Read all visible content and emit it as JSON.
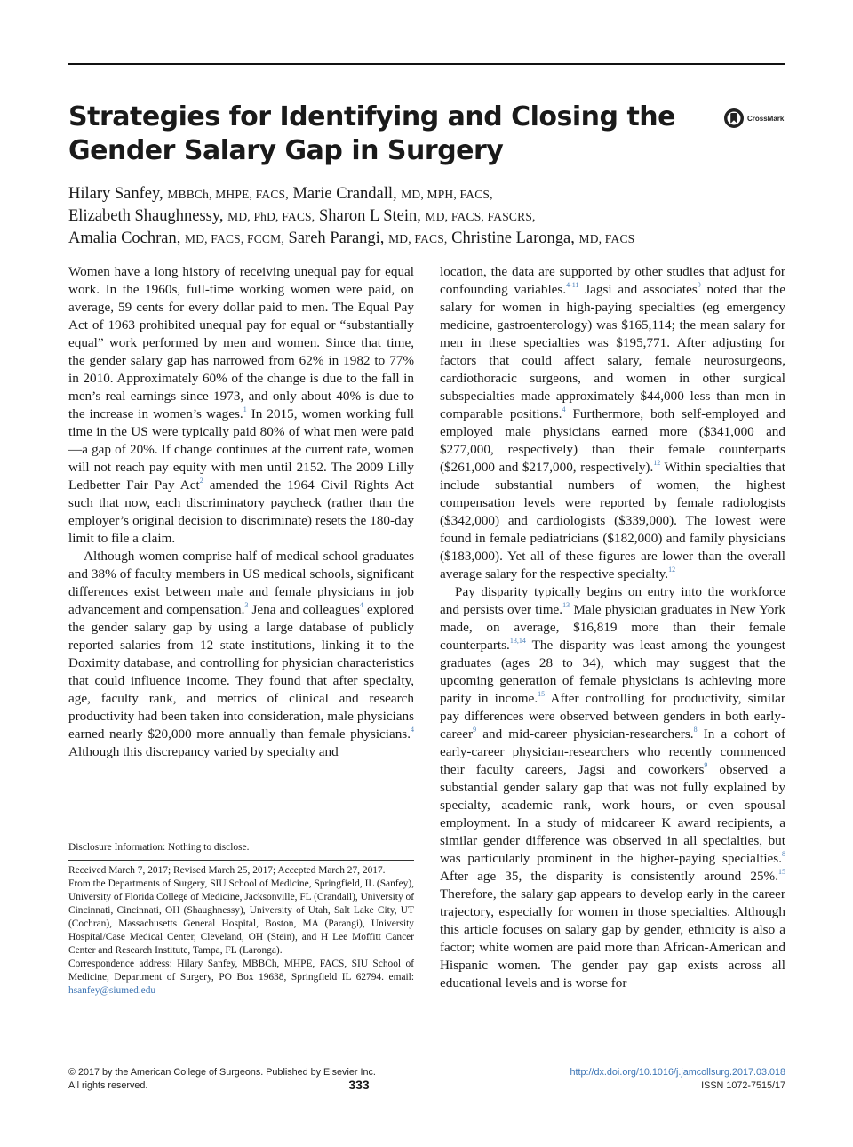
{
  "article": {
    "title": "Strategies for Identifying and Closing the Gender Salary Gap in Surgery",
    "crossmark_label": "CrossMark",
    "authors": [
      {
        "name": "Hilary Sanfey,",
        "degrees": "MBBCh, MHPE, FACS,"
      },
      {
        "name": "Marie Crandall,",
        "degrees": "MD, MPH, FACS,"
      },
      {
        "name": "Elizabeth Shaughnessy,",
        "degrees": "MD, PhD, FACS,"
      },
      {
        "name": "Sharon L Stein,",
        "degrees": "MD, FACS, FASCRS,"
      },
      {
        "name": "Amalia Cochran,",
        "degrees": "MD, FACS, FCCM,"
      },
      {
        "name": "Sareh Parangi,",
        "degrees": "MD, FACS,"
      },
      {
        "name": "Christine Laronga,",
        "degrees": "MD, FACS"
      }
    ]
  },
  "body": {
    "left_paragraphs": [
      [
        {
          "t": "Women have a long history of receiving unequal pay for equal work. In the 1960s, full-time working women were paid, on average, 59 cents for every dollar paid to men. The Equal Pay Act of 1963 prohibited unequal pay for equal or “substantially equal” work performed by men and women. Since that time, the gender salary gap has narrowed from 62% in 1982 to 77% in 2010. Approxi­mately 60% of the change is due to the fall in men’s real earnings since 1973, and only about 40% is due to the increase in women’s wages."
        },
        {
          "r": "1"
        },
        {
          "t": " In 2015, women working full time in the US were typically paid 80% of what men were paid—a gap of 20%. If change continues at the cur­rent rate, women will not reach pay equity with men until 2152. The 2009 Lilly Ledbetter Fair Pay Act"
        },
        {
          "r": "2"
        },
        {
          "t": " amended the 1964 Civil Rights Act such that now, each discrimina­tory paycheck (rather than the employer’s original deci­sion to discriminate) resets the 180-day limit to file a claim."
        }
      ],
      [
        {
          "t": "Although women comprise half of medical school grad­uates and 38% of faculty members in US medical schools, significant differences exist between male and female phy­sicians in job advancement and compensation."
        },
        {
          "r": "3"
        },
        {
          "t": " Jena and colleagues"
        },
        {
          "r": "4"
        },
        {
          "t": " explored the gender salary gap by using a large database of publicly reported salaries from 12 state insti­tutions, linking it to the Doximity database, and control­ling for physician characteristics that could influence income. They found that after specialty, age, faculty rank, and metrics of clinical and research productivity had been taken into consideration, male physicians earned nearly $20,000 more annually than female physicians."
        },
        {
          "r": "4"
        },
        {
          "t": " Although this discrepancy varied by specialty and"
        }
      ]
    ],
    "right_paragraphs": [
      [
        {
          "t": "location, the data are supported by other studies that adjust for confounding variables."
        },
        {
          "r": "4-11"
        },
        {
          "t": " Jagsi and associates"
        },
        {
          "r": "9"
        },
        {
          "t": " noted that the salary for women in high-paying specialties (eg emergency medicine, gastroenterology) was $165,114; the mean salary for men in these specialties was $195,771. After adjusting for factors that could affect salary, female neurosurgeons, cardiothoracic surgeons, and women in other surgical subspecialties made approximately $44,000 less than men in comparable positions."
        },
        {
          "r": "4"
        },
        {
          "t": " Further­more, both self-employed and employed male physicians earned more ($341,000 and $277,000, respectively) than their female counterparts ($261,000 and $217,000, respectively)."
        },
        {
          "r": "12"
        },
        {
          "t": " Within specialties that include substantial numbers of women, the highest compensation levels were reported by female radiologists ($342,000) and cardiolo­gists ($339,000). The lowest were found in female pedia­tricians ($182,000) and family physicians ($183,000). Yet all of these figures are lower than the overall average salary for the respective specialty."
        },
        {
          "r": "12"
        }
      ],
      [
        {
          "t": "Pay disparity typically begins on entry into the work­force and persists over time."
        },
        {
          "r": "13"
        },
        {
          "t": " Male physician graduates in New York made, on average, $16,819 more than their female counterparts."
        },
        {
          "r": "13,14"
        },
        {
          "t": " The disparity was least among the youngest graduates (ages 28 to 34), which may suggest that the upcoming generation of female physicians is achieving more parity in income."
        },
        {
          "r": "15"
        },
        {
          "t": " After controlling for productivity, similar pay differences were observed between genders in both early-career"
        },
        {
          "r": "9"
        },
        {
          "t": " and mid-career physician-researchers."
        },
        {
          "r": "8"
        },
        {
          "t": " In a cohort of early-career physi­cian-researchers who recently commenced their faculty careers, Jagsi and coworkers"
        },
        {
          "r": "9"
        },
        {
          "t": " observed a substantial gender salary gap that was not fully explained by specialty, aca­demic rank, work hours, or even spousal employment. In a study of midcareer K award recipients, a similar gender difference was observed in all specialties, but was particularly prominent in the higher-paying specialties."
        },
        {
          "r": "8"
        },
        {
          "t": " After age 35, the disparity is consistently around 25%."
        },
        {
          "r": "15"
        },
        {
          "t": " Therefore, the salary gap appears to develop early in the career trajectory, especially for women in those specialties. Although this article focuses on salary gap by gender, ethnicity is also a factor; white women are paid more than African-American and Hispanic women. The gender pay gap exists across all educational levels and is worse for"
        }
      ]
    ]
  },
  "notes": {
    "disclosure": "Disclosure Information: Nothing to disclose.",
    "received": "Received March 7, 2017; Revised March 25, 2017; Accepted March 27, 2017.",
    "affiliations": "From the Departments of Surgery, SIU School of Medicine, Springfield, IL (Sanfey), University of Florida College of Medicine, Jacksonville, FL (Cran­dall), University of Cincinnati, Cincinnati, OH (Shaughnessy), University of Utah, Salt Lake City, UT (Cochran), Massachusetts General Hospital, Boston, MA (Parangi), University Hospital/Case Medical Center, Cleve­land, OH (Stein), and H Lee Moffitt Cancer Center and Research Institute, Tampa, FL (Laronga).",
    "correspondence": "Correspondence address: Hilary Sanfey, MBBCh, MHPE, FACS, SIU School of Medicine, Department of Surgery, PO Box 19638, Springfield IL 62794. email: ",
    "email": "hsanfey@siumed.edu"
  },
  "footer": {
    "copyright": "© 2017 by the American College of Surgeons. Published by Elsevier Inc.",
    "rights": "All rights reserved.",
    "page_number": "333",
    "doi": "http://dx.doi.org/10.1016/j.jamcollsurg.2017.03.018",
    "issn": "ISSN 1072-7515/17"
  },
  "colors": {
    "link": "#3c74b4",
    "reference": "#4a7fb8",
    "text": "#1a1a1a"
  }
}
